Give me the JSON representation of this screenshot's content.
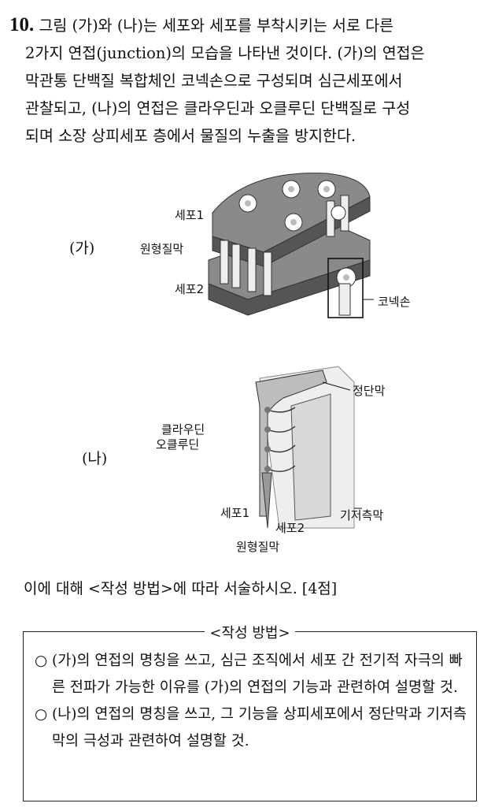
{
  "question": {
    "number": "10.",
    "lines": [
      "그림 (가)와 (나)는 세포와 세포를 부착시키는 서로 다른",
      "2가지 연접(junction)의 모습을 나타낸 것이다. (가)의 연접은",
      "막관통 단백질 복합체인 코넥손으로 구성되며 심근세포에서",
      "관찰되고, (나)의 연접은 클라우딘과 오클루딘 단백질로 구성",
      "되며 소장 상피세포 층에서 물질의 누출을 방지한다."
    ]
  },
  "figure_a": {
    "side_label": "(가)",
    "labels": {
      "cell1": "세포1",
      "membrane": "원형질막",
      "cell2": "세포2",
      "connexon": "코넥손"
    }
  },
  "figure_b": {
    "side_label": "(나)",
    "labels": {
      "apical": "정단막",
      "claudin": "클라우딘",
      "occludin": "오클루딘",
      "cell1": "세포1",
      "basolateral": "기저측막",
      "cell2": "세포2",
      "membrane": "원형질막"
    }
  },
  "prompt": "이에 대해 <작성 방법>에 따라 서술하시오. [4점]",
  "method_box": {
    "title": "<작성 방법>",
    "items": [
      "○ (가)의 연접의 명칭을 쓰고, 심근 조직에서 세포 간 전기적 자극의 빠른 전파가 가능한 이유를 (가)의 연접의 기능과 관련하여 설명할 것.",
      "○ (나)의 연접의 명칭을 쓰고, 그 기능을 상피세포에서 정단막과 기저측막의 극성과 관련하여 설명할 것."
    ]
  },
  "colors": {
    "membrane_gray": "#8a8a8a",
    "dark_gray": "#555555"
  }
}
